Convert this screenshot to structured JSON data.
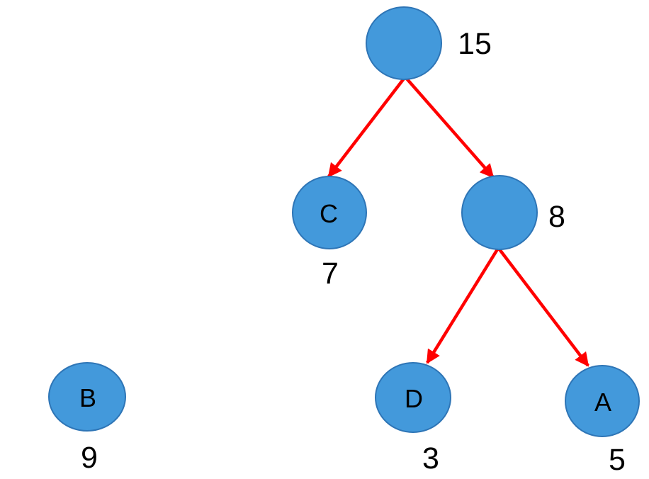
{
  "diagram": {
    "type": "binary-tree",
    "nodes": [
      {
        "id": "root",
        "label": "",
        "value": "15"
      },
      {
        "id": "left-child",
        "label": "C",
        "value": "7"
      },
      {
        "id": "right-child",
        "label": "",
        "value": "8"
      },
      {
        "id": "right-left-grandchild",
        "label": "D",
        "value": "3"
      },
      {
        "id": "right-right-grandchild",
        "label": "A",
        "value": "5"
      },
      {
        "id": "detached-node",
        "label": "B",
        "value": "9"
      }
    ],
    "edges": [
      {
        "from": "root",
        "to": "left-child"
      },
      {
        "from": "root",
        "to": "right-child"
      },
      {
        "from": "right-child",
        "to": "right-left-grandchild"
      },
      {
        "from": "right-child",
        "to": "right-right-grandchild"
      }
    ],
    "colors": {
      "node_fill": "#4399DB",
      "node_border": "#2E75B6",
      "arrow": "#FF0000",
      "text": "#000000"
    }
  }
}
